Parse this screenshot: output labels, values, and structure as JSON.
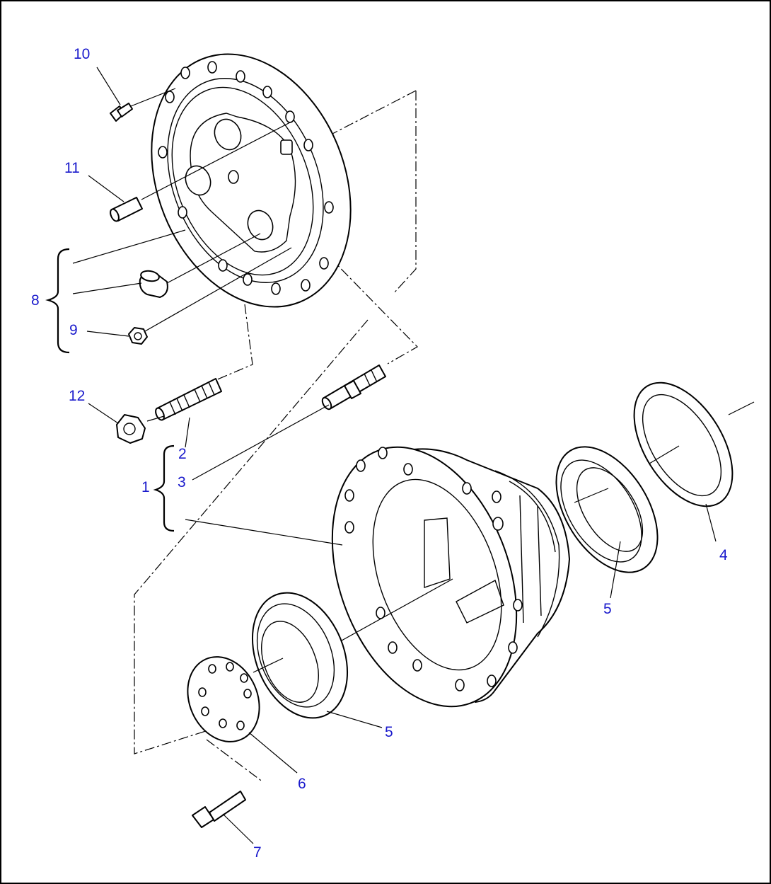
{
  "colors": {
    "callout": "#1a1acc",
    "line": "#000000",
    "background": "#ffffff"
  },
  "callouts": {
    "c1": "1",
    "c2": "2",
    "c3": "3",
    "c4": "4",
    "c5a": "5",
    "c5b": "5",
    "c6": "6",
    "c7": "7",
    "c8": "8",
    "c9": "9",
    "c10": "10",
    "c11": "11",
    "c12": "12"
  }
}
